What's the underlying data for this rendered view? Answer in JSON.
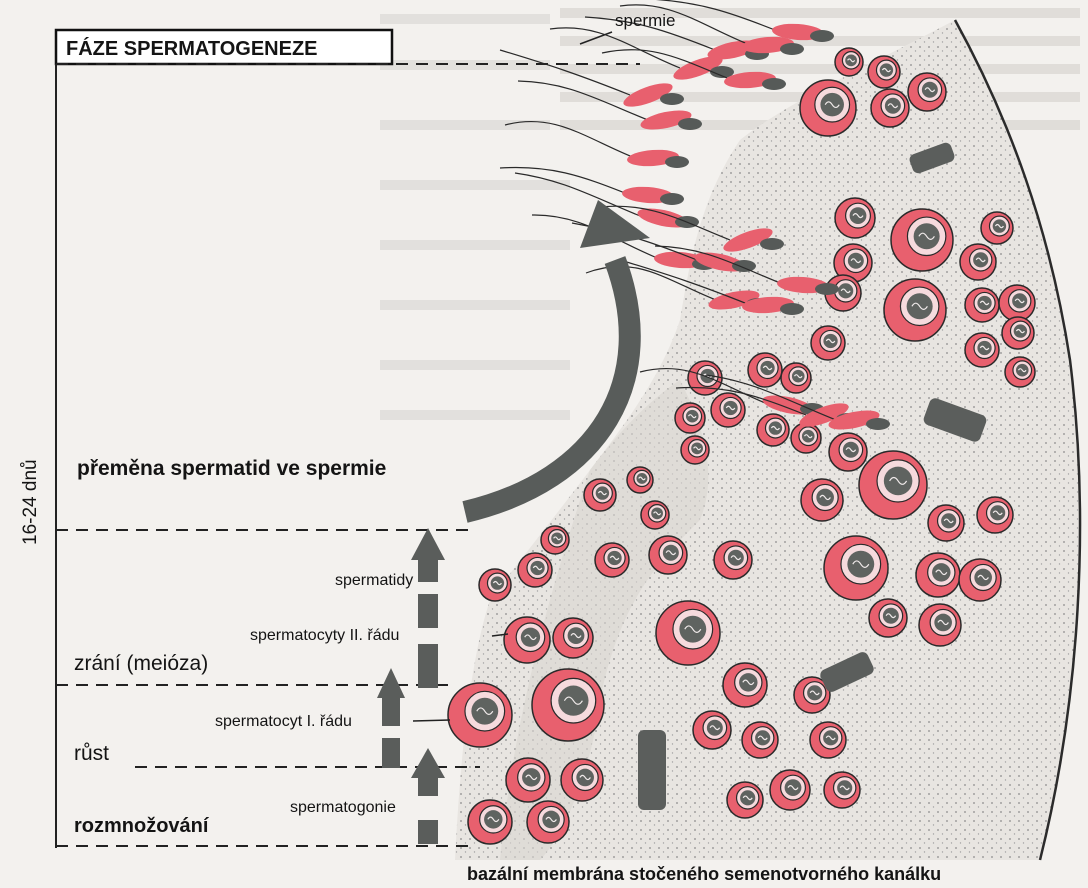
{
  "title": "FÁZE SPERMATOGENEZE",
  "duration_label": "16-24 dnů",
  "phases": {
    "transformation": "přeměna spermatid ve spermie",
    "maturation": "zrání (meióza)",
    "growth": "růst",
    "proliferation": "rozmnožování"
  },
  "cell_labels": {
    "spermie": "spermie",
    "spermatids": "spermatidy",
    "spermatocytes_2": "spermatocyty II. řádu",
    "spermatocyte_1": "spermatocyt I. řádu",
    "spermatogonia": "spermatogonie"
  },
  "caption": "bazální membrána stočeného semenotvorného kanálku",
  "colors": {
    "cell_pink": "#e8606e",
    "cell_pale": "#f6dadd",
    "nucleus": "#5f6360",
    "arrow": "#585c5a",
    "tissue": "#e6e3df"
  }
}
